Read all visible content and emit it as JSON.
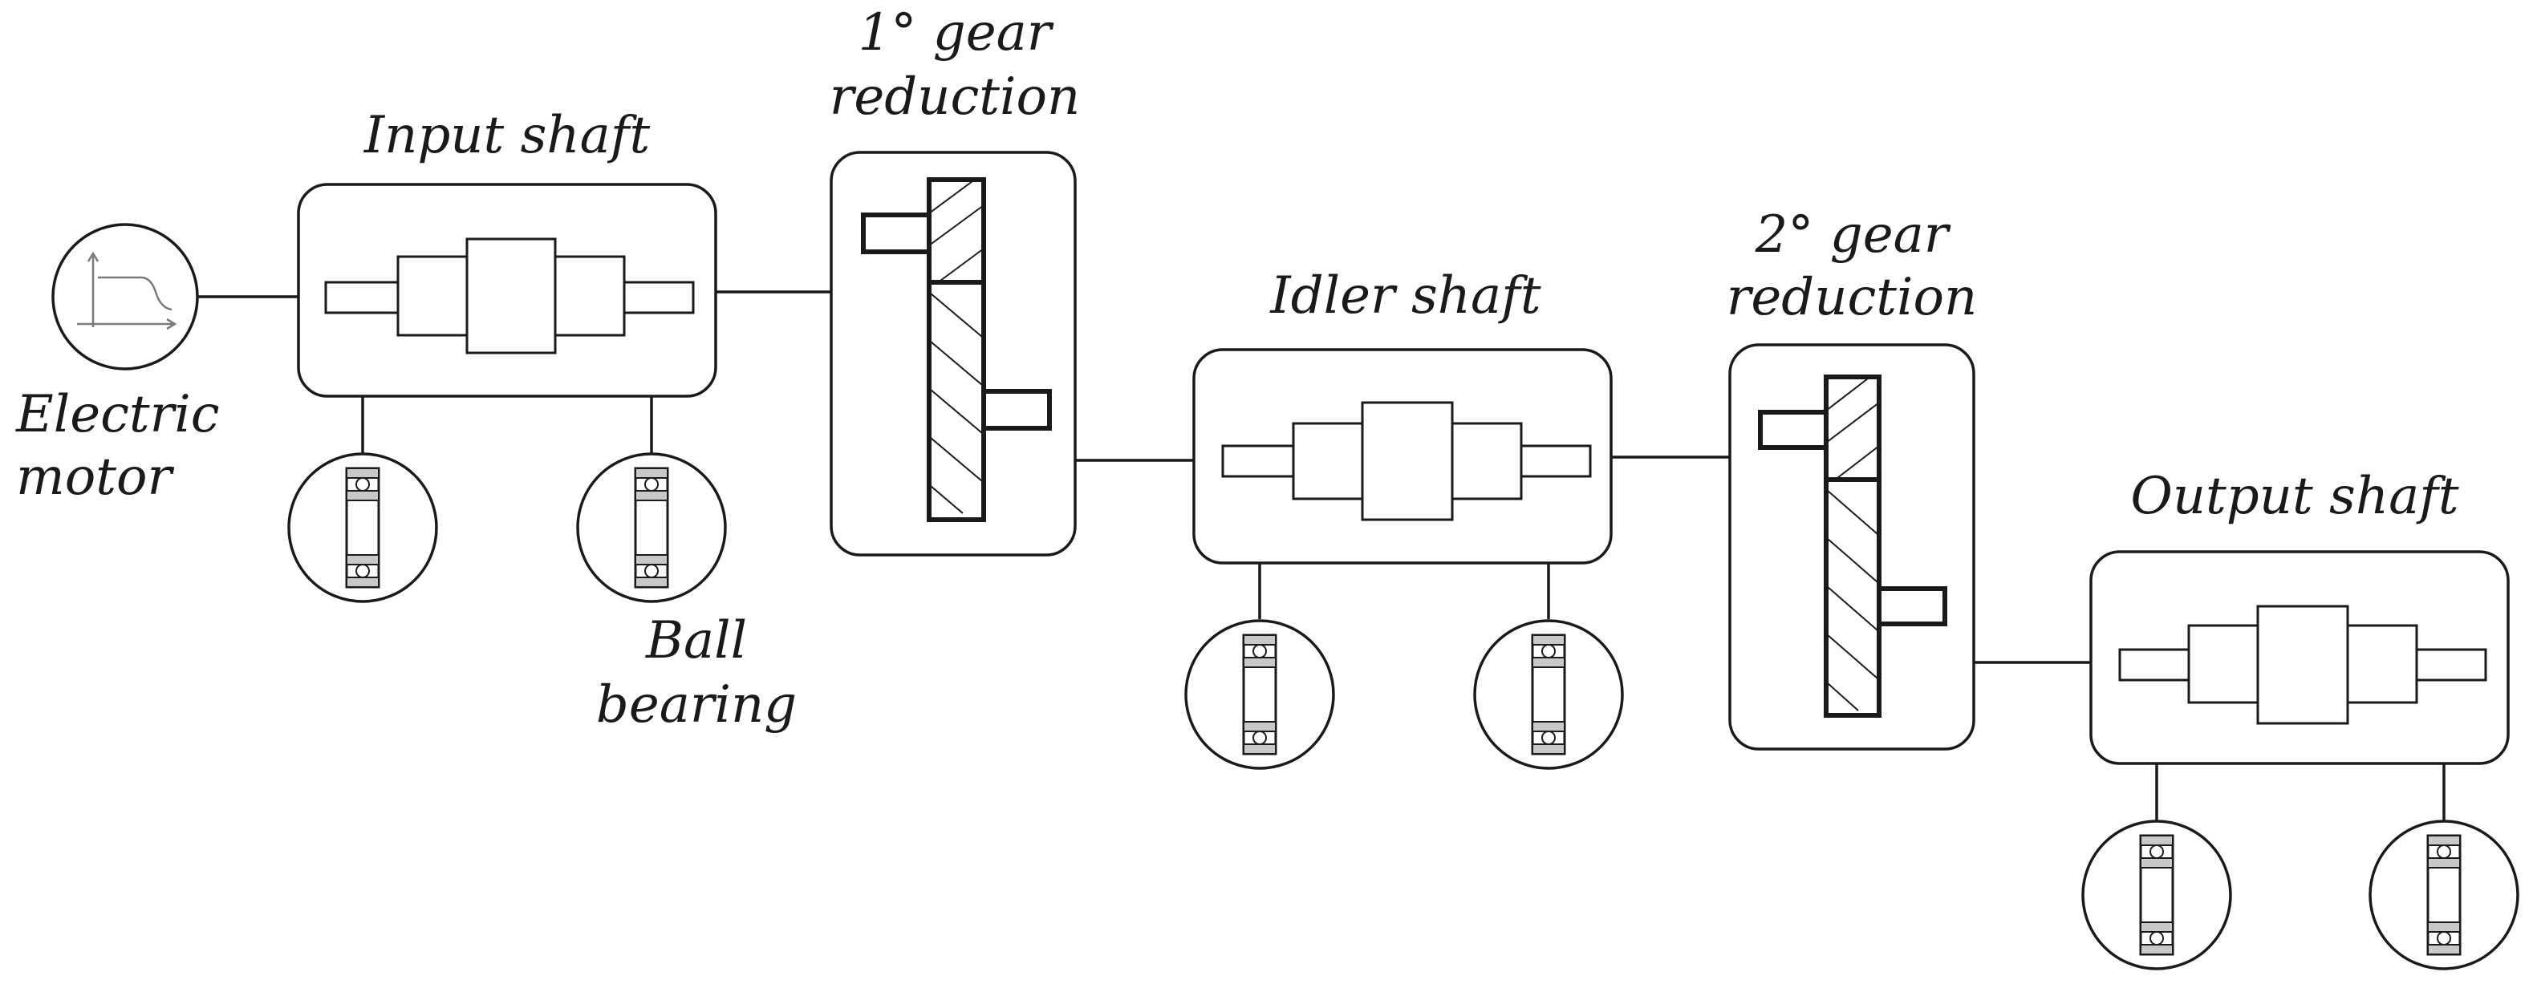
{
  "labels": {
    "electric_motor": [
      "Electric",
      "motor"
    ],
    "input_shaft": "Input shaft",
    "gear_reduction_1": [
      "1° gear",
      "reduction"
    ],
    "idler_shaft": "Idler shaft",
    "gear_reduction_2": [
      "2° gear",
      "reduction"
    ],
    "output_shaft": "Output shaft",
    "ball_bearing": [
      "Ball",
      "bearing"
    ]
  }
}
